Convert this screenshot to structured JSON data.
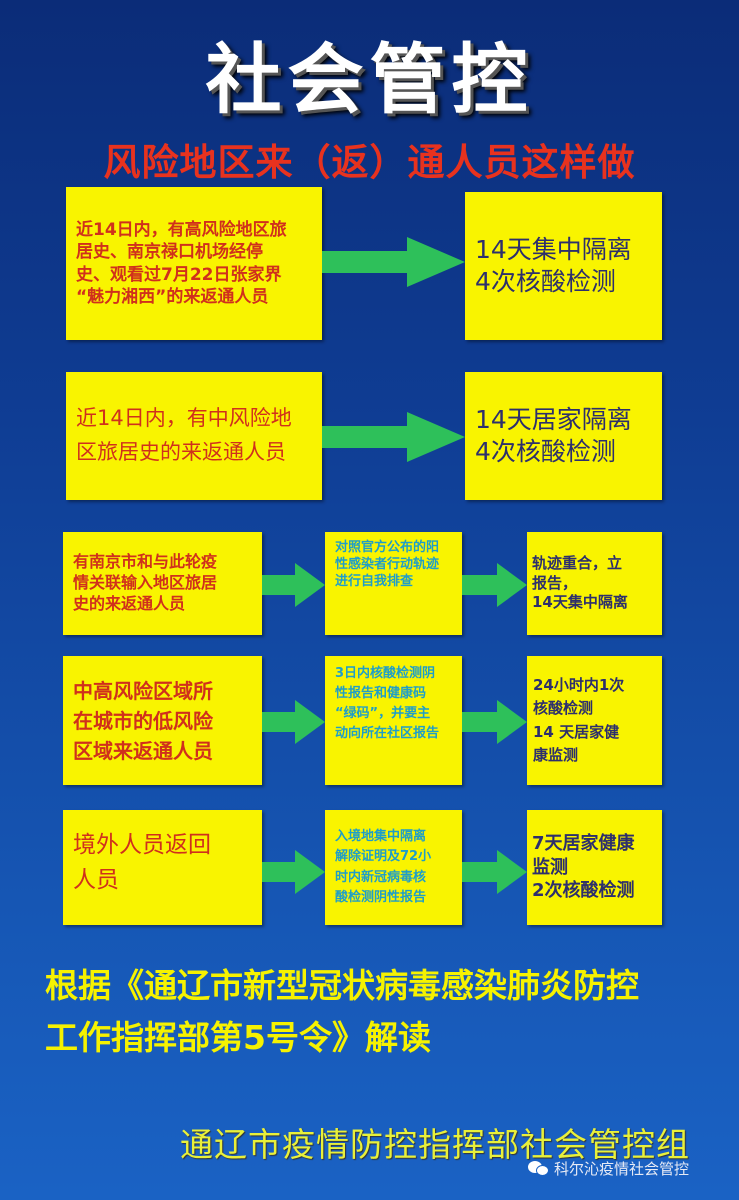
{
  "title": "社会管控",
  "subtitle": "风险地区来（返）通人员这样做",
  "rows": [
    {
      "condition": [
        "近14日内，有高风险地区旅",
        "居史、南京禄口机场经停",
        "史、观看过7月22日张家界",
        "“魅力湘西”的来返通人员"
      ],
      "result": [
        "14天集中隔离",
        "4次核酸检测"
      ]
    },
    {
      "condition": [
        "近14日内，有中风险地",
        "区旅居史的来返通人员"
      ],
      "result": [
        "14天居家隔离",
        "4次核酸检测"
      ]
    },
    {
      "condition": [
        "有南京市和与此轮疫",
        "情关联输入地区旅居",
        "史的来返通人员"
      ],
      "step": [
        "对照官方公布的阳",
        "性感染者行动轨迹",
        "进行自我排查"
      ],
      "result": [
        "轨迹重合，立",
        "报告，",
        "14天集中隔离"
      ]
    },
    {
      "condition": [
        "中高风险区域所",
        "在城市的低风险",
        "区域来返通人员"
      ],
      "step": [
        "3日内核酸检测阴",
        "性报告和健康码",
        "“绿码”，并要主",
        "动向所在社区报告"
      ],
      "result": [
        "24小时内1次",
        "核酸检测",
        "  14 天居家健",
        "康监测"
      ]
    },
    {
      "condition": [
        "境外人员返回",
        "人员"
      ],
      "step": [
        "入境地集中隔离",
        "解除证明及72小",
        "时内新冠病毒核",
        "酸检测阴性报告"
      ],
      "result": [
        "7天居家健康",
        "监测",
        "2次核酸检测"
      ]
    }
  ],
  "basis": [
    "根据《通辽市新型冠状病毒感染肺炎防控",
    "工作指挥部第5号令》解读"
  ],
  "footer": "通辽市疫情防控指挥部社会管控组",
  "watermark": "科尔沁疫情社会管控",
  "colors": {
    "background": "#0f3d94",
    "box": "#f9f400",
    "arrow": "#2ec05a",
    "condition_text": "#d0301c",
    "result_text": "#2d2f6c",
    "step_text": "#1f9ec8"
  }
}
